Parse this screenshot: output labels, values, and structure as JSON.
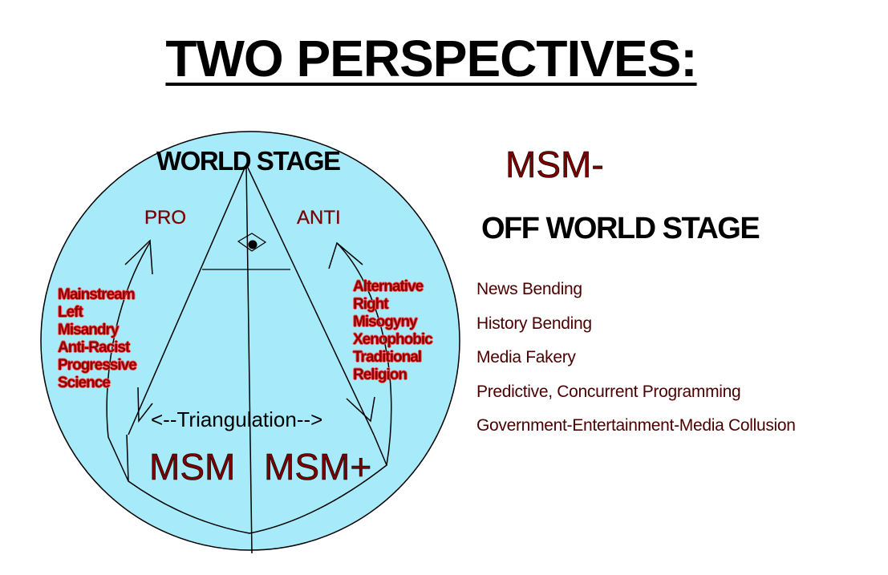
{
  "title": "TWO PERSPECTIVES:",
  "circle": {
    "world_stage_label": "WORLD STAGE",
    "pro_label": "PRO",
    "anti_label": "ANTI",
    "left_list": [
      "Mainstream",
      "Left",
      "Misandry",
      "Anti-Racist",
      "Progressive",
      "Science"
    ],
    "right_list": [
      "Alternative",
      "Right",
      "Misogyny",
      "Xenophobic",
      "Traditional",
      "Religion"
    ],
    "triangulation_label": "<--Triangulation-->",
    "msm_left": "MSM",
    "msm_right": "MSM+"
  },
  "right_panel": {
    "msm_minus": "MSM-",
    "off_world_stage": "OFF WORLD STAGE",
    "practices": [
      "News Bending",
      "History Bending",
      "Media Fakery",
      "Predictive, Concurrent Programming",
      "Government-Entertainment-Media Collusion"
    ]
  },
  "colors": {
    "circle_fill": "#a7ebfa",
    "text_dark_red": "#7a0000",
    "list_text": "#8b0000",
    "list_outline": "#ff5050",
    "practice_text": "#4a0000"
  },
  "icons": [
    "eye-icon",
    "arrow-up-left-icon",
    "arrow-up-right-icon",
    "arrow-down-left-icon",
    "arrow-down-right-icon"
  ]
}
